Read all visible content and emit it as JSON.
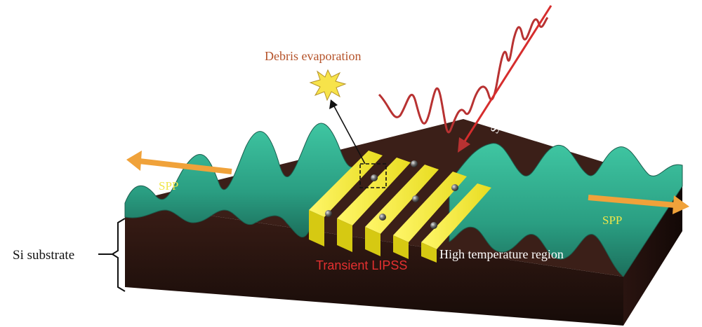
{
  "labels": {
    "debris": "Debris evaporation",
    "pulse": "Shaped pulse",
    "spp_left": "SPP",
    "spp_right": "SPP",
    "substrate": "Si substrate",
    "lipss": "Transient LIPSS",
    "high_temp": "High temperature region"
  },
  "colors": {
    "wave": "#2fae8e",
    "substrate": "#2a1712",
    "grating": "#f2ea2a",
    "arrow": "#f0a23a",
    "pulse": "#b83232",
    "lipss_text": "#e53030",
    "spp_text": "#f0e64a",
    "debris_text": "#b5532a"
  }
}
